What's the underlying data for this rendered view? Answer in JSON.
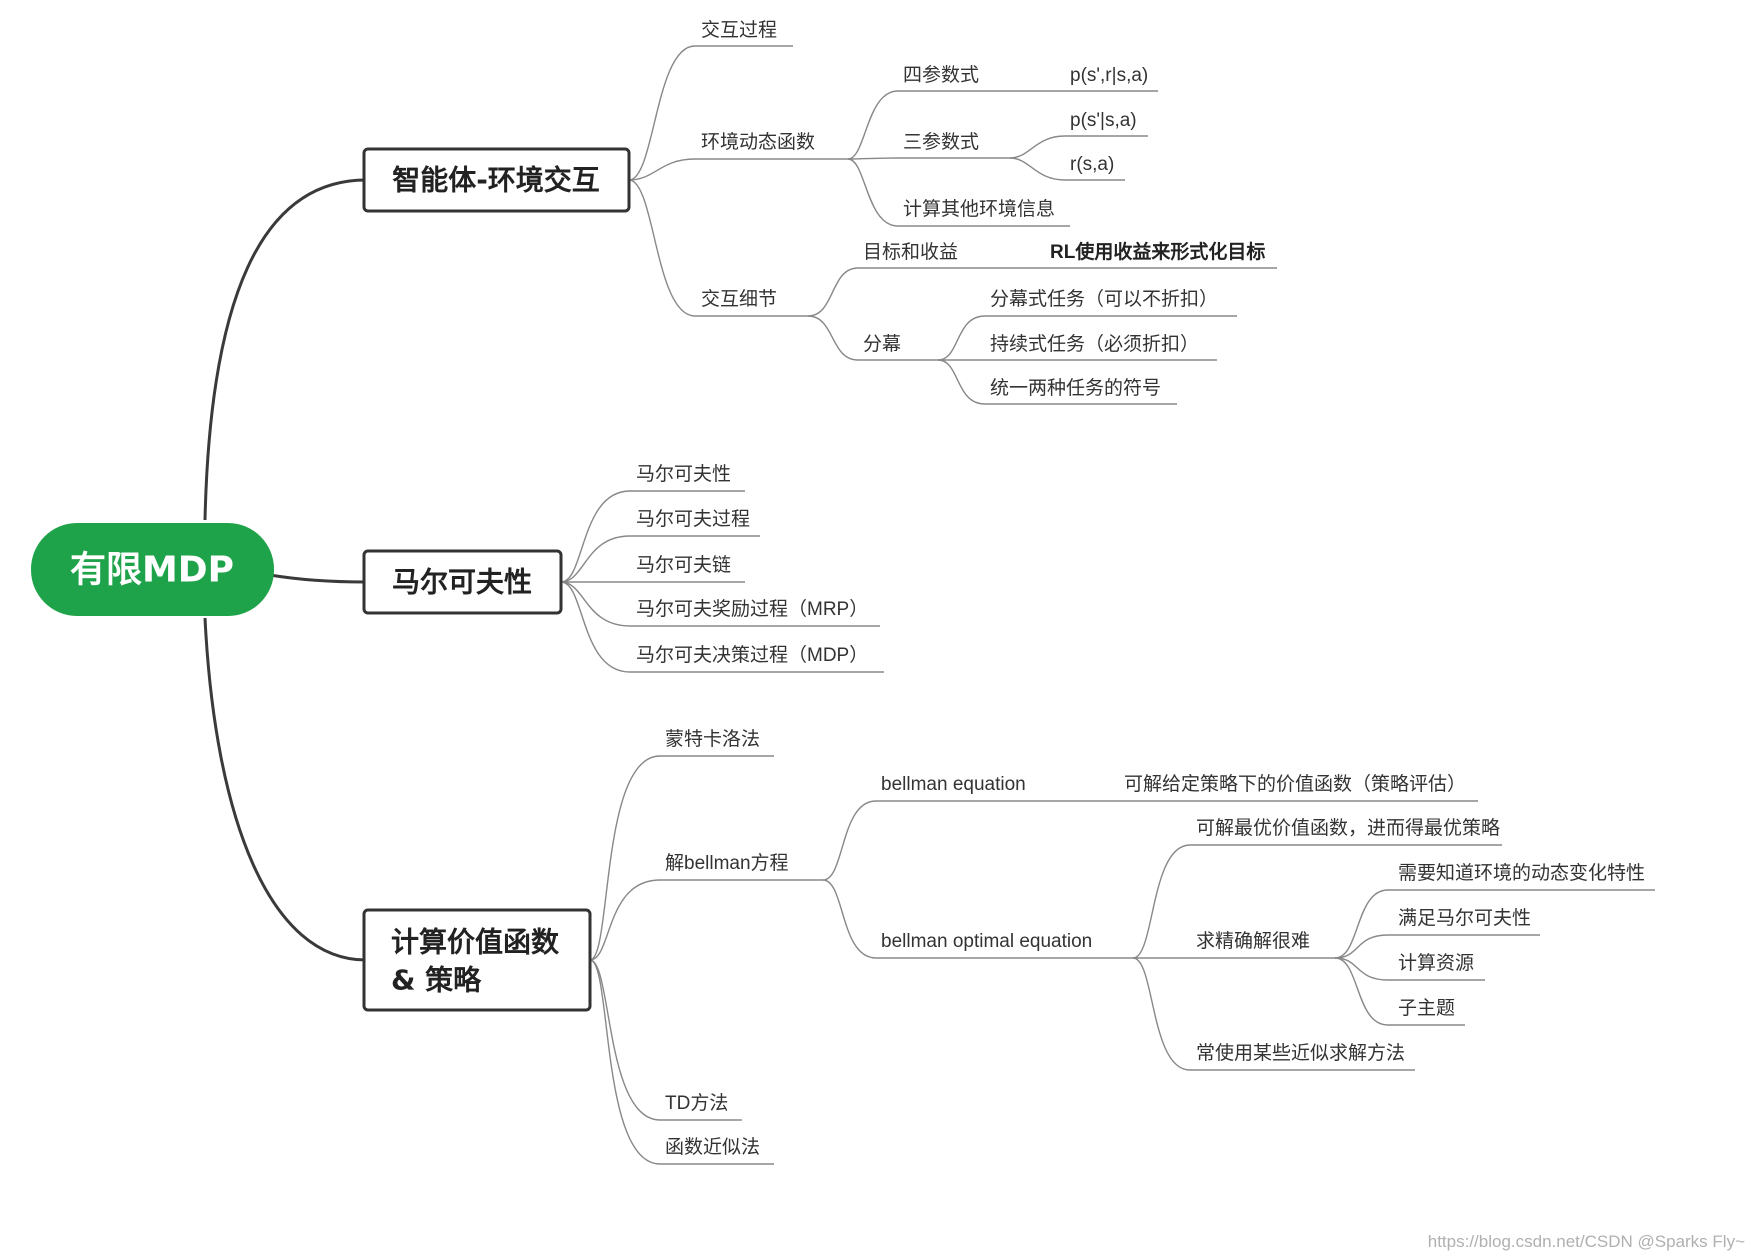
{
  "root": {
    "label": "有限MDP",
    "color": "#1fa34a"
  },
  "topics": {
    "interaction": {
      "label": "智能体-环境交互",
      "children": {
        "process": "交互过程",
        "dynamics": {
          "label": "环境动态函数",
          "four_param": {
            "label": "四参数式",
            "formula": "p(s',r|s,a)"
          },
          "three_param": {
            "label": "三参数式",
            "formula_p": "p(s'|s,a)",
            "formula_r": "r(s,a)"
          },
          "other": "计算其他环境信息"
        },
        "details": {
          "label": "交互细节",
          "goal": {
            "label": "目标和收益",
            "note": "RL使用收益来形式化目标"
          },
          "episodes": {
            "label": "分幕",
            "items": [
              "分幕式任务（可以不折扣）",
              "持续式任务（必须折扣）",
              "统一两种任务的符号"
            ]
          }
        }
      }
    },
    "markov": {
      "label": "马尔可夫性",
      "items": [
        "马尔可夫性",
        "马尔可夫过程",
        "马尔可夫链",
        "马尔可夫奖励过程（MRP）",
        "马尔可夫决策过程（MDP）"
      ]
    },
    "compute": {
      "label_line1": "计算价值函数",
      "label_line2": "& 策略",
      "monte_carlo": "蒙特卡洛法",
      "bellman": {
        "label": "解bellman方程",
        "equation": {
          "label": "bellman equation",
          "note": "可解给定策略下的价值函数（策略评估）"
        },
        "optimal": {
          "label": "bellman optimal equation",
          "solvable": "可解最优价值函数，进而得最优策略",
          "hard": {
            "label": "求精确解很难",
            "items": [
              "需要知道环境的动态变化特性",
              "满足马尔可夫性",
              "计算资源",
              "子主题"
            ]
          },
          "approx": "常使用某些近似求解方法"
        }
      },
      "td": "TD方法",
      "func_approx": "函数近似法"
    }
  },
  "watermark": "https://blog.csdn.net/CSDN @Sparks Fly~"
}
